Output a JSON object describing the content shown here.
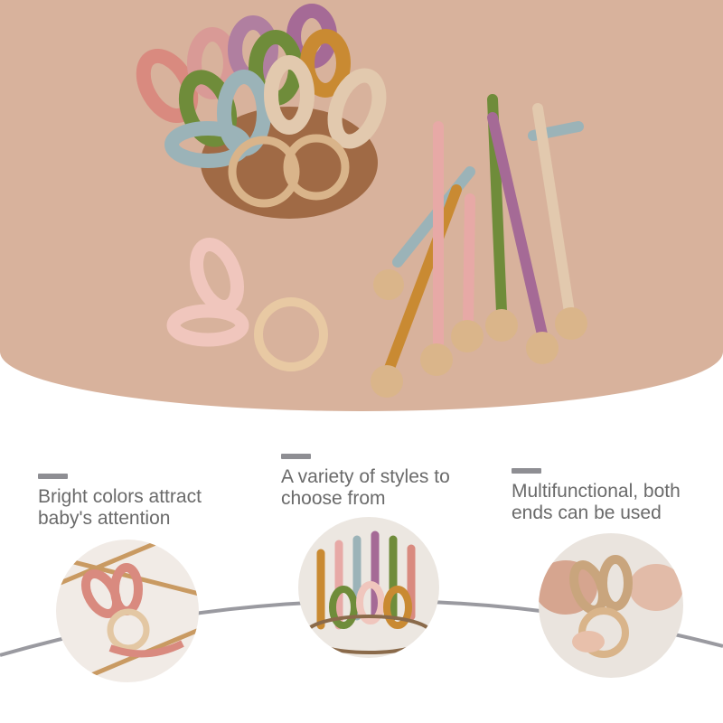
{
  "features": [
    {
      "text": "Bright colors attract\nbaby's attention",
      "icon": "pink-bunny-teether-photo"
    },
    {
      "text": "A variety of styles to\nchoose from",
      "icon": "basket-of-teethers-photo"
    },
    {
      "text": "Multifunctional, both\nends can be used",
      "icon": "baby-holding-teether-photo"
    }
  ],
  "colors": {
    "background": "#d8b29c",
    "text": "#6a6a6a",
    "accent_bar": "#8e8e93"
  }
}
